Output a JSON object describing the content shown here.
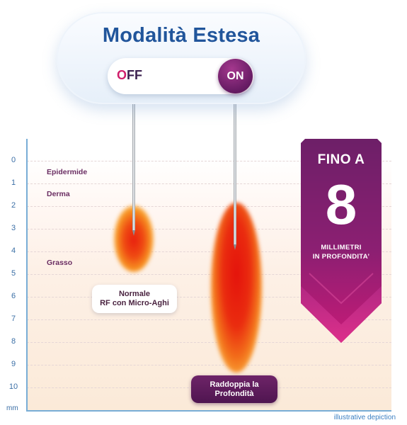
{
  "title": "Modalità Estesa",
  "toggle": {
    "off_first": "O",
    "off_rest": "FF",
    "on": "ON"
  },
  "depth_scale": {
    "ticks": [
      "0",
      "1",
      "2",
      "3",
      "4",
      "5",
      "6",
      "7",
      "8",
      "9",
      "10"
    ],
    "unit": "mm"
  },
  "layers": [
    "Epidermide",
    "Derma",
    "Grasso"
  ],
  "labels": {
    "normal_line1": "Normale",
    "normal_line2": "RF con Micro-Aghi",
    "double_line1": "Raddoppia la",
    "double_line2": "Profondità"
  },
  "callout": {
    "top": "FINO A",
    "number": "8",
    "line1": "MILLIMETRI",
    "line2": "IN PROFONDITA’"
  },
  "footnote": "illustrative depiction",
  "colors": {
    "title_blue": "#21559b",
    "purple": "#6a1d66",
    "magenta": "#c81a77",
    "axis": "#78add6"
  }
}
